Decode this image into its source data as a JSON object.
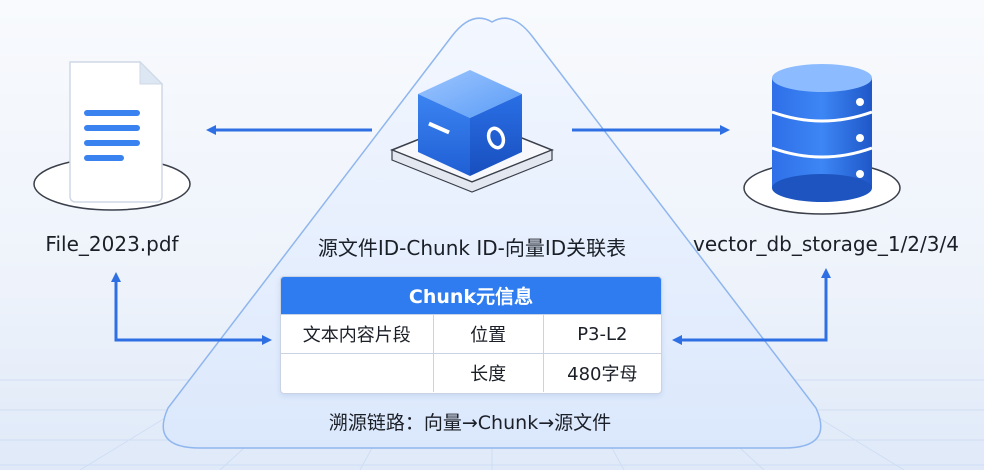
{
  "left_node": {
    "label": "File_2023.pdf",
    "icon": "document-icon"
  },
  "center_node": {
    "label": "源文件ID-Chunk ID-向量ID关联表",
    "icon": "cube-icon"
  },
  "right_node": {
    "label": "vector_db_storage_1/2/3/4",
    "icon": "database-icon"
  },
  "meta_table": {
    "title": "Chunk元信息",
    "rows": [
      {
        "c1": "文本内容片段",
        "c2": "位置",
        "c3": "P3-L2"
      },
      {
        "c1": "",
        "c2": "长度",
        "c3": "480字母"
      }
    ]
  },
  "trace_text": "溯源链路：向量→Chunk→源文件",
  "colors": {
    "accent": "#2e7cf0",
    "arrow": "#2f6fe4",
    "triangle_fill": "#e6f0ff",
    "triangle_stroke": "#8fb6ee"
  }
}
